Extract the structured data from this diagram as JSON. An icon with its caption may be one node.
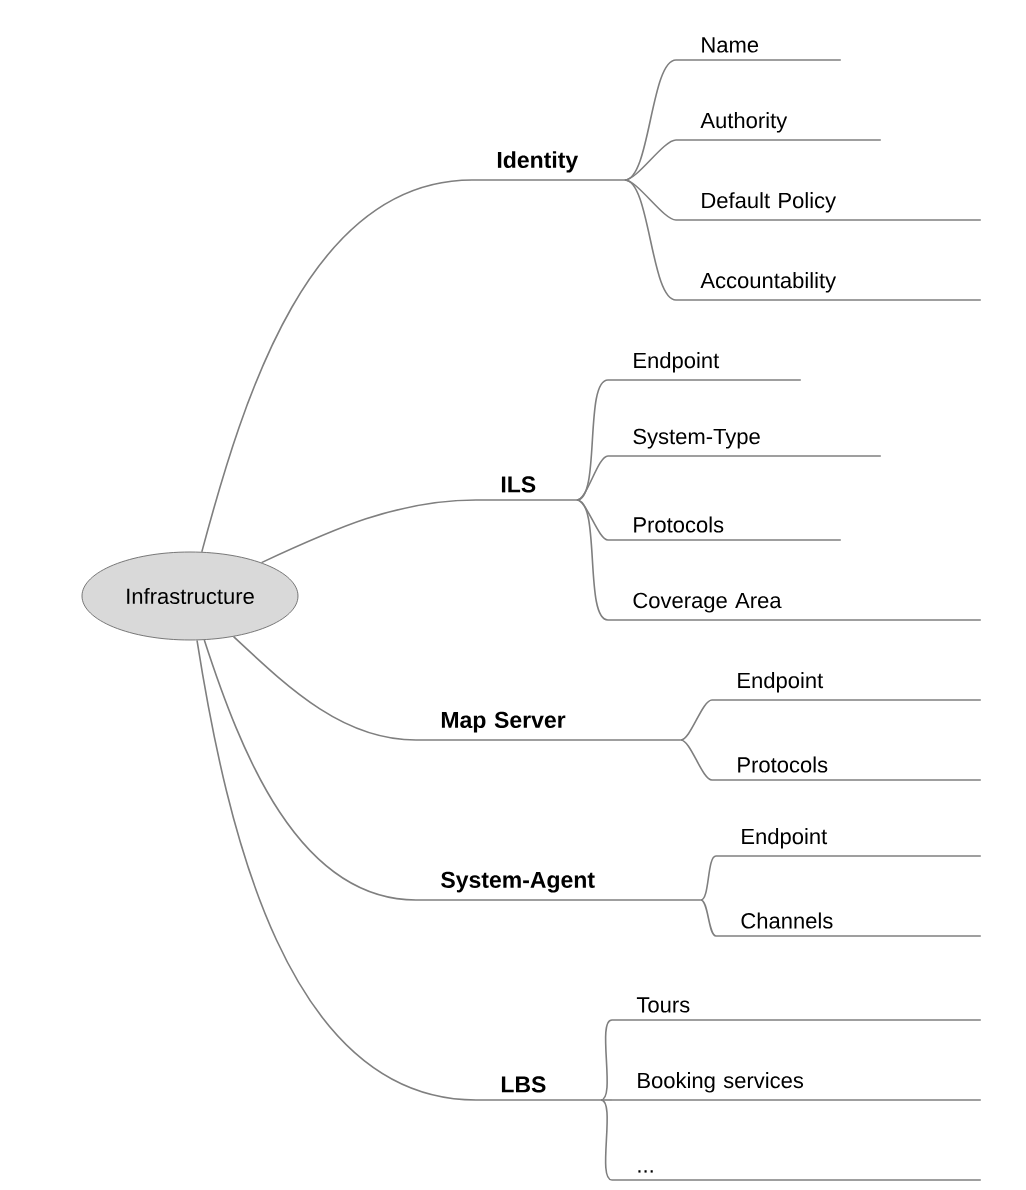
{
  "diagram": {
    "nodes": [
      {
        "text": [
          "Infrastructure"
        ]
      },
      {
        "text": [
          "Identity"
        ]
      },
      {
        "text": [
          "Name"
        ]
      },
      {
        "text": [
          "Authority"
        ]
      },
      {
        "text": [
          "Default Policy"
        ]
      },
      {
        "text": [
          "Accountability"
        ]
      },
      {
        "text": [
          "ILS"
        ]
      },
      {
        "text": [
          "Endpoint"
        ]
      },
      {
        "text": [
          "System-Type"
        ]
      },
      {
        "text": [
          "Protocols"
        ]
      },
      {
        "text": [
          "Coverage Area"
        ]
      },
      {
        "text": [
          "Map Server"
        ]
      },
      {
        "text": [
          "Endpoint"
        ]
      },
      {
        "text": [
          "Protocols"
        ]
      },
      {
        "text": [
          "System-Agent"
        ]
      },
      {
        "text": [
          "Endpoint"
        ]
      },
      {
        "text": [
          "Channels"
        ]
      },
      {
        "text": [
          "LBS"
        ]
      },
      {
        "text": [
          "Tours"
        ]
      },
      {
        "text": [
          "Booking services"
        ]
      },
      {
        "text": [
          "..."
        ]
      }
    ],
    "edges": [
      {
        "from": 0,
        "to": 1,
        "arrow": "none"
      },
      {
        "from": 1,
        "to": 2,
        "arrow": "none"
      },
      {
        "from": 1,
        "to": 3,
        "arrow": "none"
      },
      {
        "from": 1,
        "to": 4,
        "arrow": "none"
      },
      {
        "from": 1,
        "to": 5,
        "arrow": "none"
      },
      {
        "from": 0,
        "to": 6,
        "arrow": "none"
      },
      {
        "from": 6,
        "to": 7,
        "arrow": "none"
      },
      {
        "from": 6,
        "to": 8,
        "arrow": "none"
      },
      {
        "from": 6,
        "to": 9,
        "arrow": "none"
      },
      {
        "from": 6,
        "to": 10,
        "arrow": "none"
      },
      {
        "from": 0,
        "to": 11,
        "arrow": "none"
      },
      {
        "from": 11,
        "to": 12,
        "arrow": "none"
      },
      {
        "from": 11,
        "to": 13,
        "arrow": "none"
      },
      {
        "from": 0,
        "to": 14,
        "arrow": "none"
      },
      {
        "from": 14,
        "to": 15,
        "arrow": "none"
      },
      {
        "from": 14,
        "to": 16,
        "arrow": "none"
      },
      {
        "from": 0,
        "to": 17,
        "arrow": "none"
      },
      {
        "from": 17,
        "to": 18,
        "arrow": "none"
      },
      {
        "from": 17,
        "to": 19,
        "arrow": "none"
      },
      {
        "from": 17,
        "to": 20,
        "arrow": "none"
      }
    ]
  }
}
